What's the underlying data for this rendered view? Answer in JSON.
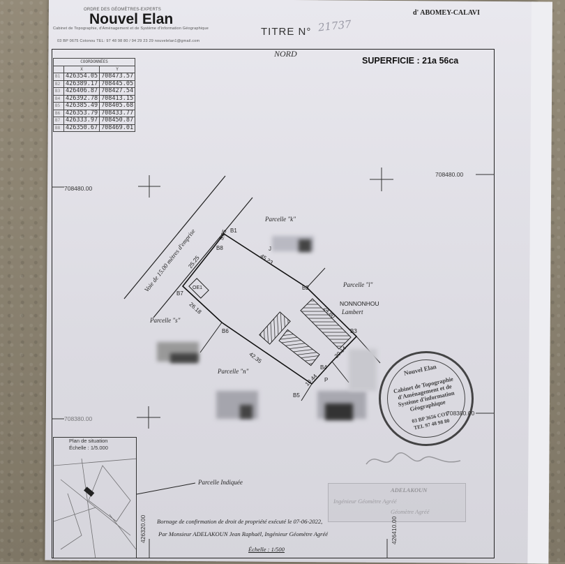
{
  "header": {
    "order_line": "ORDRE DES GÉOMÈTRES-EXPERTS",
    "brand": "Nouvel Elan",
    "cabinet_line": "Cabinet de Topographie, d'Aménagement et de Système d'Information Géographique",
    "contact_line": "03 BP 0675 Cotonou TEL: 97 48 98 80 / 94 29 23 29 nouvelelan1@gmail.com",
    "title_label": "TITRE N°",
    "title_number": "21737",
    "commune": "d' ABOMEY-CALAVI"
  },
  "map": {
    "nord": "NORD",
    "superficie": "SUPERFICIE : 21a 56ca",
    "grid_left_y": "708480.00",
    "grid_right_y": "708480.00",
    "grid_right_lower": "708380.00",
    "grid_left_lower": "708380.00",
    "grid_x_left": "426320.00",
    "grid_x_right": "426410.00",
    "road_label": "Voie de 15.00 mètres d'emprise",
    "parcels": {
      "k": "Parcelle \"k\"",
      "l": "Parcelle \"l\"",
      "s": "Parcelle \"s\"",
      "n": "Parcelle \"n\"",
      "owner_line1": "NONNONHOU",
      "owner_line2": "Lambert",
      "lot_letter": "J",
      "lot_letter2": "P"
    },
    "points": [
      "B1",
      "B2",
      "B3",
      "B4",
      "B5",
      "B6",
      "B7",
      "B8"
    ],
    "dims": {
      "d1": "5.05",
      "d2": "45.23",
      "d3": "24.80",
      "d4": "20.14",
      "d5": "10.44",
      "d6": "42.35",
      "d7": "26.18",
      "d8": "25.25"
    },
    "ouvrage": "OE1"
  },
  "coordinates": {
    "label": "COORDONNÉES",
    "col_x": "X",
    "col_y": "Y",
    "rows": [
      {
        "pt": "B1",
        "x": "426354.05",
        "y": "708473.57"
      },
      {
        "pt": "B2",
        "x": "426389.17",
        "y": "708445.05"
      },
      {
        "pt": "B3",
        "x": "426406.87",
        "y": "708427.54"
      },
      {
        "pt": "B4",
        "x": "426392.78",
        "y": "708413.15"
      },
      {
        "pt": "B5",
        "x": "426385.49",
        "y": "708405.68"
      },
      {
        "pt": "B6",
        "x": "426353.79",
        "y": "708433.77"
      },
      {
        "pt": "B7",
        "x": "426333.97",
        "y": "708450.87"
      },
      {
        "pt": "B8",
        "x": "426350.67",
        "y": "708469.01"
      }
    ]
  },
  "location": {
    "title": "Plan de situation",
    "scale": "Échelle : 1/5.000",
    "parcel_label": "Parcelle Indiquée"
  },
  "stamp": {
    "top": "Nouvel Elan",
    "l1": "Cabinet de Topographie",
    "l2": "d'Aménagement et de",
    "l3": "Système d'information",
    "l4": "Géographique",
    "l5": "03 BP 3656 COT",
    "l6": "TEL 97 48 98 80"
  },
  "signature": {
    "name": "ADELAKOUN",
    "role1": "Ingénieur Géomètre Agréé",
    "role2": "Géomètre Agréé"
  },
  "footer": {
    "line1": "Bornage de confirmation de droit de propriété exécuté le 07-06-2022,",
    "line2": "Par Monsieur ADELAKOUN Jean Raphaël, Ingénieur Géomètre Agréé",
    "scale": "Échelle : 1/500"
  }
}
